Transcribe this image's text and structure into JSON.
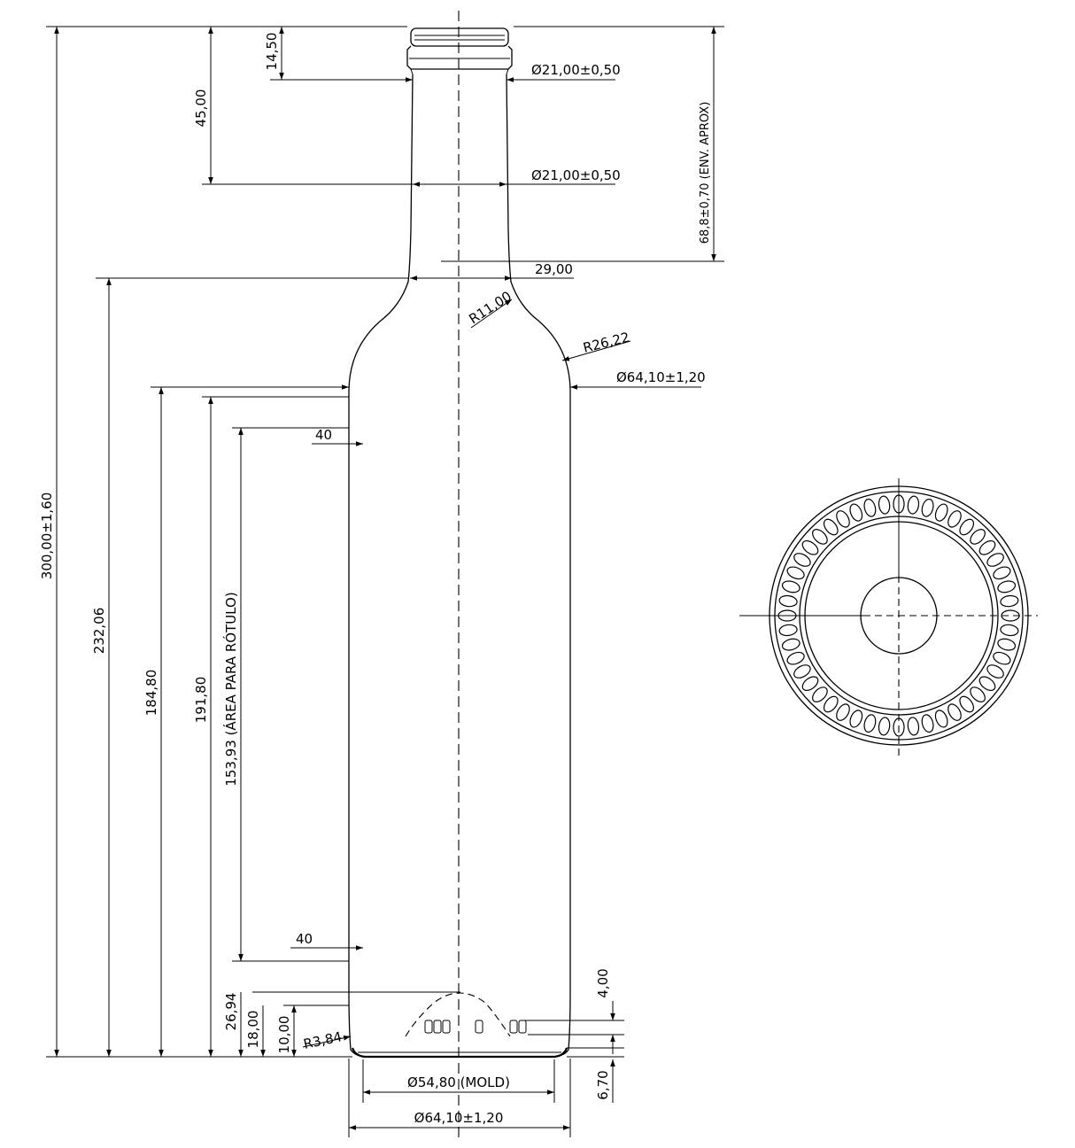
{
  "drawing": {
    "labels": {
      "total_height": "300,00±1,60",
      "shoulder_height": "232,06",
      "body_height_1": "184,80",
      "body_height_2": "191,80",
      "label_area": "153,93 (ÁREA PARA RÓTULO)",
      "finish_height": "14,50",
      "neck_height": "45,00",
      "neck_dia_top": "Ø21,00±0,50",
      "neck_dia_mid": "Ø21,00±0,50",
      "fill_depth": "68,8±0,70 (ENV. APROX)",
      "neck_base_dia": "29,00",
      "radius_neck": "R11,00",
      "radius_shoulder": "R26,22",
      "body_dia_top": "Ø64,10±1,20",
      "offset_top": "40",
      "offset_bottom": "40",
      "dim_2694": "26,94",
      "dim_1800": "18,00",
      "dim_1000": "10,00",
      "radius_base": "R3,84",
      "dim_400": "4,00",
      "dim_670": "6,70",
      "mold_dia": "Ø54,80 (MOLD)",
      "body_dia_bottom": "Ø64,10±1,20"
    }
  }
}
